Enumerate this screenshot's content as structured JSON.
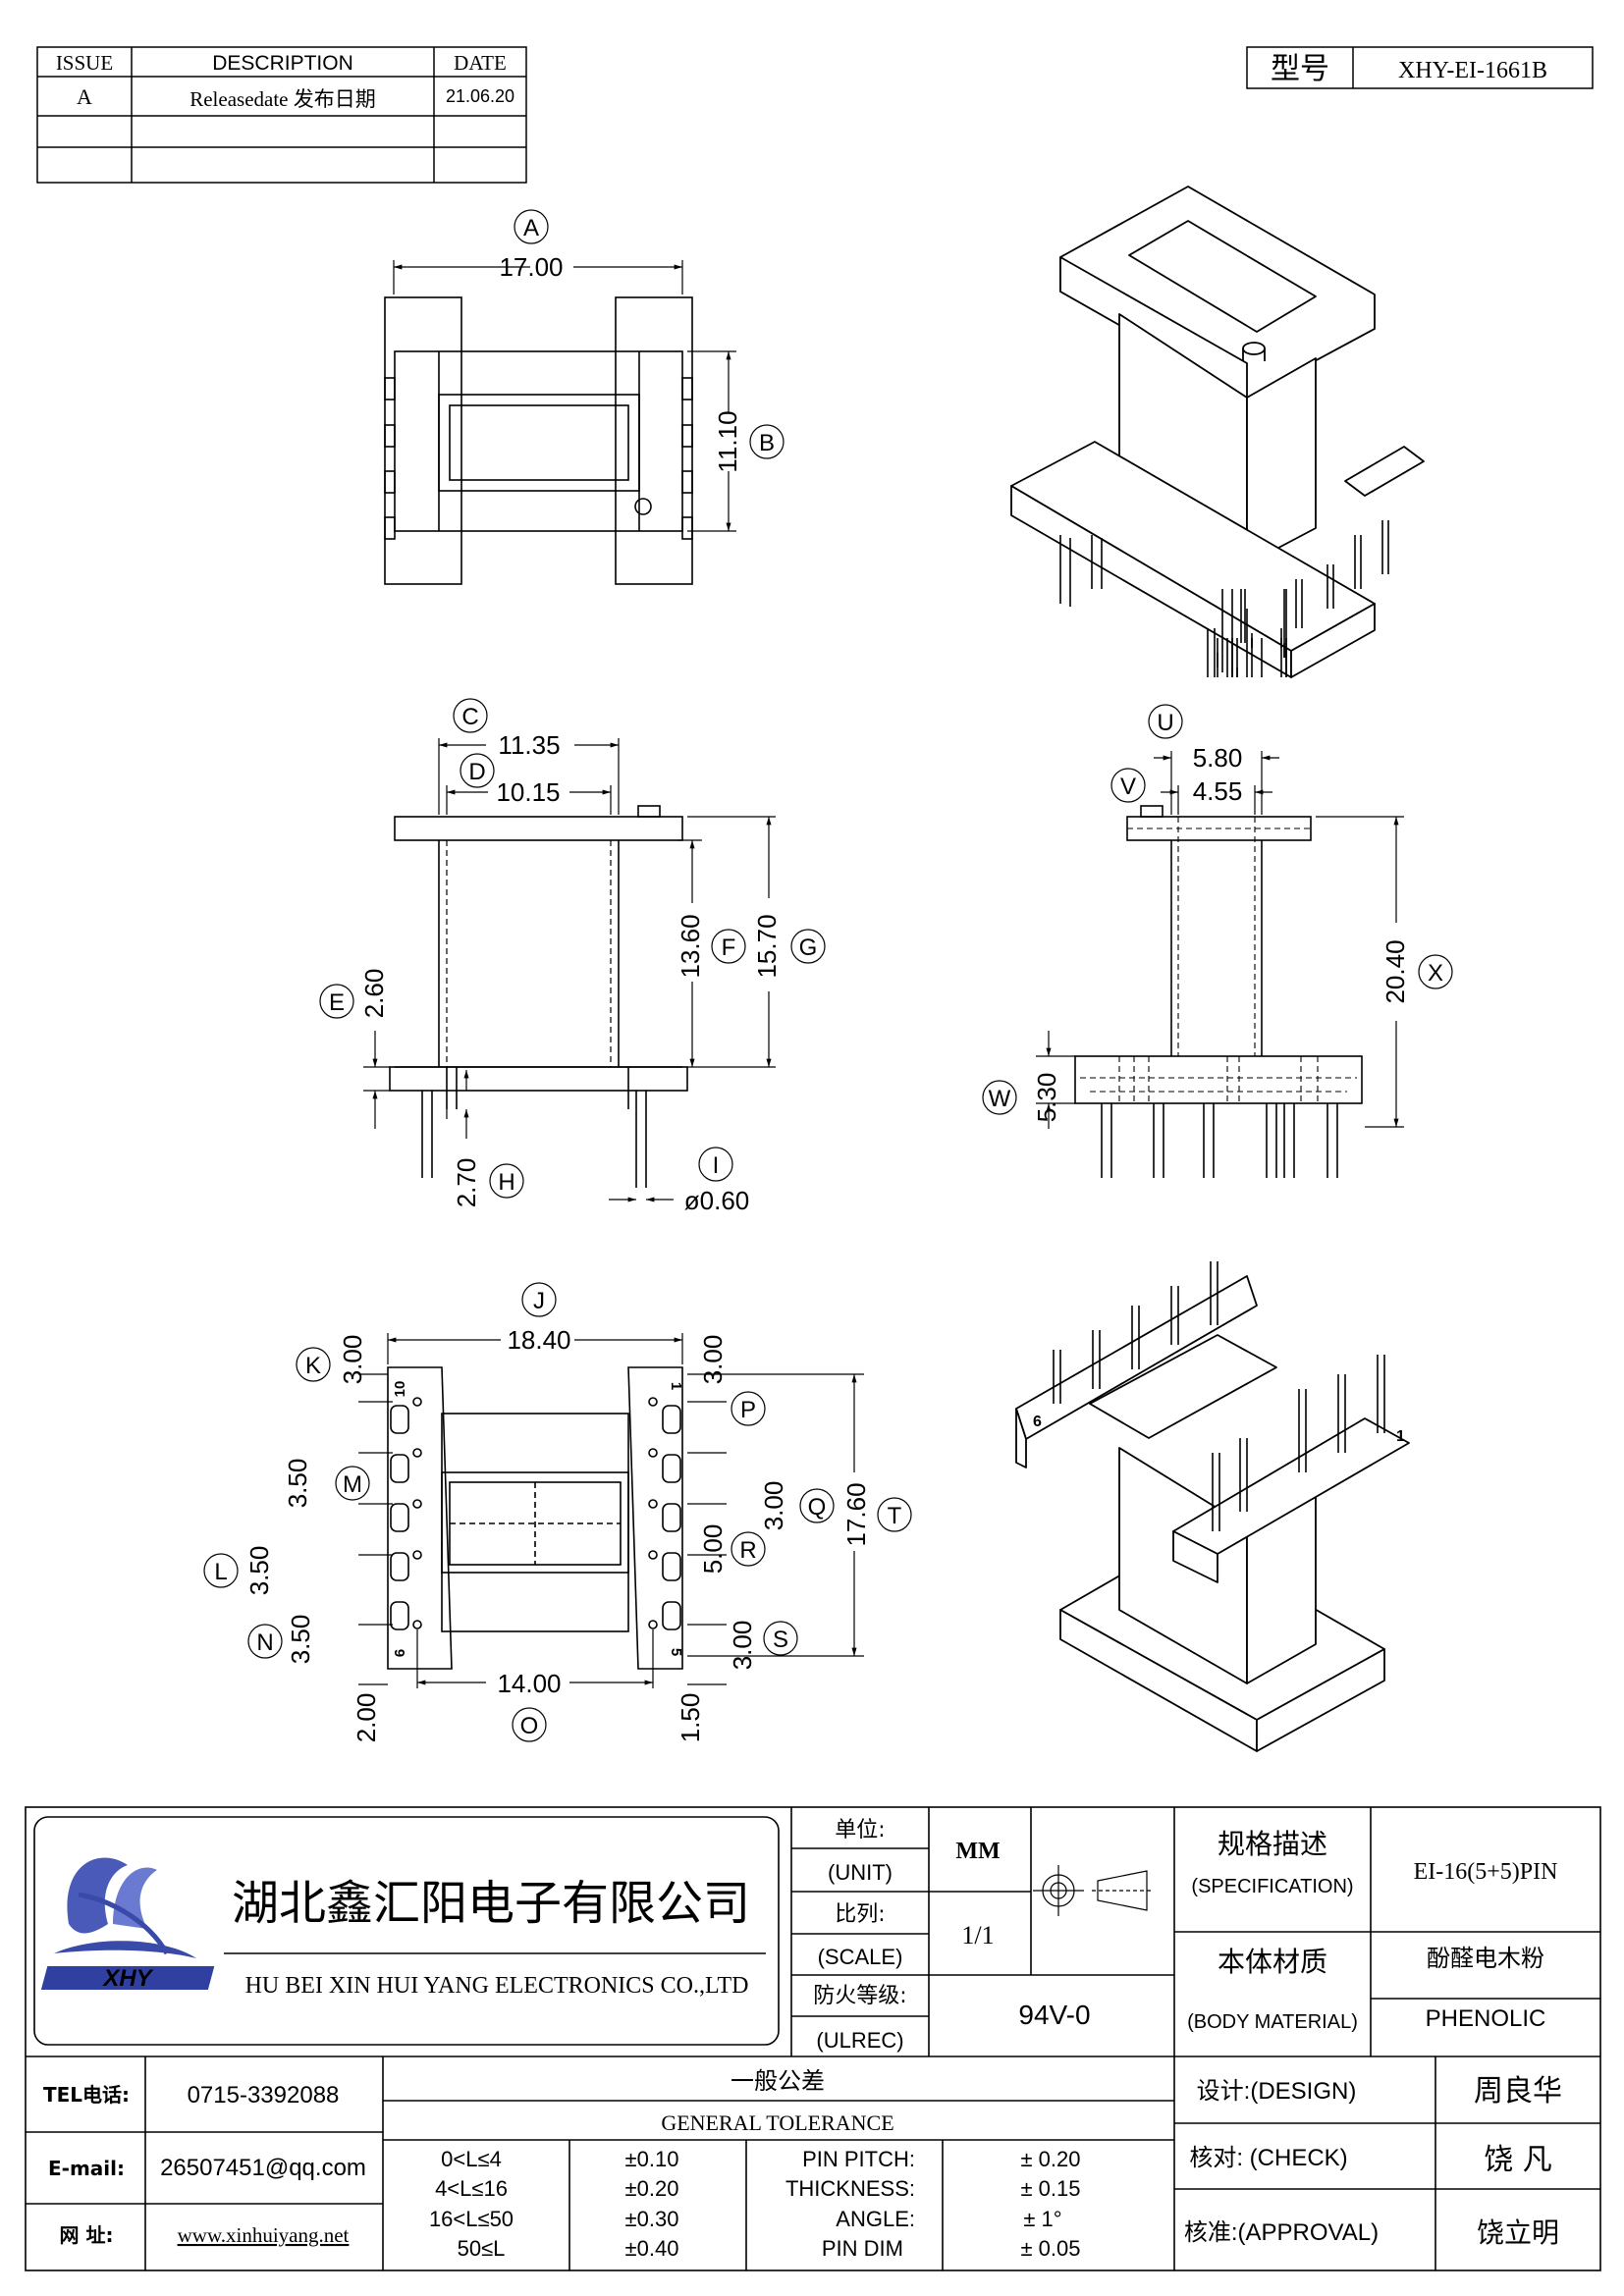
{
  "revision_table": {
    "headers": [
      "ISSUE",
      "DESCRIPTION",
      "DATE"
    ],
    "rows": [
      {
        "issue": "A",
        "description": "Releasedate 发布日期",
        "date": "21.06.20"
      }
    ]
  },
  "model": {
    "label": "型号",
    "value": "XHY-EI-1661B"
  },
  "dimensions": {
    "A": {
      "letter": "A",
      "value": "17.00"
    },
    "B": {
      "letter": "B",
      "value": "11.10"
    },
    "C": {
      "letter": "C",
      "value": "11.35"
    },
    "D": {
      "letter": "D",
      "value": "10.15"
    },
    "E": {
      "letter": "E",
      "value": "2.60"
    },
    "F": {
      "letter": "F",
      "value": "13.60"
    },
    "G": {
      "letter": "G",
      "value": "15.70"
    },
    "H": {
      "letter": "H",
      "value": "2.70"
    },
    "I": {
      "letter": "I",
      "value": "ø0.60"
    },
    "U": {
      "letter": "U",
      "value": "5.80"
    },
    "V": {
      "letter": "V",
      "value": "4.55"
    },
    "W": {
      "letter": "W",
      "value": "5.30"
    },
    "X": {
      "letter": "X",
      "value": "20.40"
    },
    "J": {
      "letter": "J",
      "value": "18.40"
    },
    "K": {
      "letter": "K",
      "value": "3.00"
    },
    "L": {
      "letter": "L",
      "value": "3.50"
    },
    "M": {
      "letter": "M",
      "value": "3.50"
    },
    "N": {
      "letter": "N",
      "value": "3.50"
    },
    "O": {
      "letter": "O",
      "value": "14.00"
    },
    "P": {
      "letter": "P",
      "value": "3.00"
    },
    "Q": {
      "letter": "Q",
      "value": "3.00"
    },
    "R": {
      "letter": "R",
      "value": "5.00"
    },
    "S": {
      "letter": "S",
      "value": "3.00"
    },
    "T": {
      "letter": "T",
      "value": "17.60"
    },
    "bottom_left": "2.00",
    "bottom_right": "1.50"
  },
  "pin_numbers": {
    "top_left": "10",
    "bottom_left": "6",
    "top_right": "1",
    "bottom_right": "5",
    "iso_left": "6",
    "iso_right": "1"
  },
  "company": {
    "name_cn": "湖北鑫汇阳电子有限公司",
    "name_en": "HU BEI XIN HUI YANG ELECTRONICS CO.,LTD",
    "logo_text": "XHY"
  },
  "title_block": {
    "unit_cn": "单位:",
    "unit_en": "(UNIT)",
    "unit_value": "MM",
    "scale_cn": "比列:",
    "scale_en": "(SCALE)",
    "scale_value": "1/1",
    "fire_cn": "防火等级:",
    "fire_en": "(ULREC)",
    "fire_value": "94V-0",
    "spec_cn": "规格描述",
    "spec_en": "(SPECIFICATION)",
    "spec_value": "EI-16(5+5)PIN",
    "material_cn": "本体材质",
    "material_en": "(BODY MATERIAL)",
    "material_value_cn": "酚醛电木粉",
    "material_value_en": "PHENOLIC"
  },
  "contact": {
    "tel_label": "TEL电话:",
    "tel": "0715-3392088",
    "email_label": "E-mail:",
    "email": "26507451@qq.com",
    "web_label": "网   址:",
    "web": "www.xinhuiyang.net"
  },
  "tolerance": {
    "title_cn": "一般公差",
    "title_en": "GENERAL TOLERANCE",
    "ranges": [
      {
        "range": "0<L≤4",
        "tol": "±0.10"
      },
      {
        "range": "4<L≤16",
        "tol": "±0.20"
      },
      {
        "range": "16<L≤50",
        "tol": "±0.30"
      },
      {
        "range": "50≤L",
        "tol": "±0.40"
      }
    ],
    "other": [
      {
        "name": "PIN PITCH:",
        "tol": "± 0.20"
      },
      {
        "name": "THICKNESS:",
        "tol": "± 0.15"
      },
      {
        "name": "ANGLE:",
        "tol": "± 1°"
      },
      {
        "name": "PIN DIM",
        "tol": "± 0.05"
      }
    ]
  },
  "approvals": {
    "design_label": "设计:(DESIGN)",
    "design_name": "周良华",
    "check_label": "核对: (CHECK)",
    "check_name": "饶 凡",
    "approval_label": "核准:(APPROVAL)",
    "approval_name": "饶立明"
  }
}
